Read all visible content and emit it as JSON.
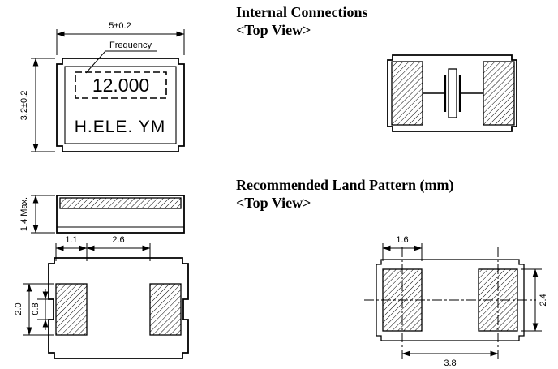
{
  "page": {
    "background": "#ffffff",
    "line_color": "#000000"
  },
  "headings": {
    "internal_connections": "Internal Connections",
    "internal_connections_view": "<Top View>",
    "land_pattern": "Recommended Land Pattern (mm)",
    "land_pattern_view": "<Top View>"
  },
  "top_view": {
    "width_dim": "5±0.2",
    "height_dim": "3.2±0.2",
    "frequency_label": "Frequency",
    "frequency_value": "12.000",
    "marking": "H.ELE. YM"
  },
  "side_view": {
    "height_dim": "1.4 Max."
  },
  "bottom_view": {
    "pad_width_dim": "1.1",
    "pad_gap_dim": "2.6",
    "pad_height_dim": "2.0",
    "castellation_dim": "0.8"
  },
  "land_pattern": {
    "pad_width_dim": "1.6",
    "pad_height_dim": "2.4",
    "pad_pitch_dim": "3.8"
  }
}
